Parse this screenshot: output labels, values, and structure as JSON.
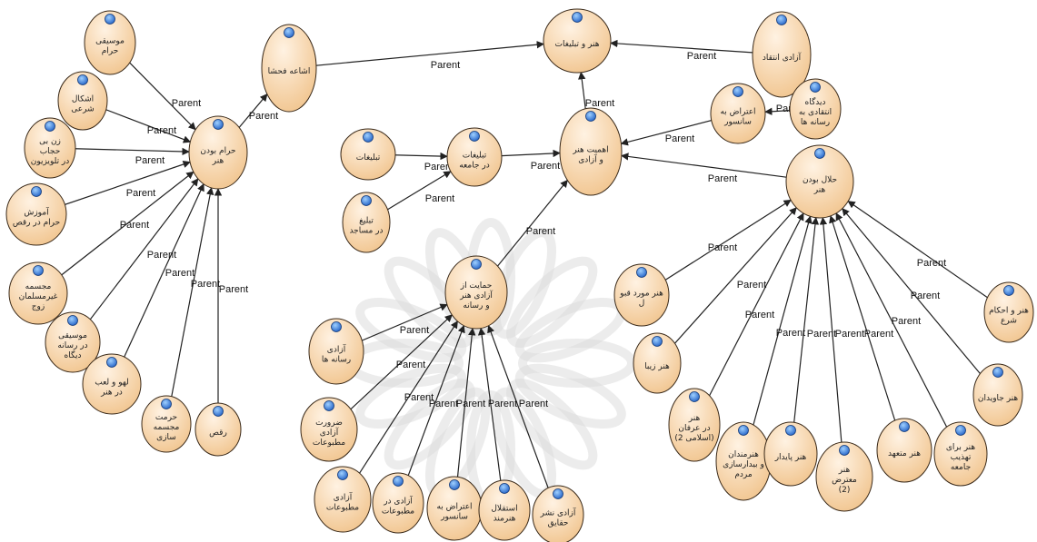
{
  "colors": {
    "node_fill_light": "#fff2e2",
    "node_fill_dark": "#f1c58f",
    "node_stroke": "#3a2a1a",
    "edge": "#222222",
    "dot_light": "#9fd0ff",
    "dot_dark": "#2261c6",
    "watermark": "#dcdcdc"
  },
  "edge_label_text": "Parent",
  "nodes": [
    {
      "id": "hunar_va_tablighat",
      "lines": [
        "هنر و تبلیغات"
      ]
    },
    {
      "id": "azadi_entegad",
      "lines": [
        "آزادی انتقاد"
      ]
    },
    {
      "id": "didgah_entegadi",
      "lines": [
        "دیدگاه",
        "انتقادی به",
        "رسانه ها"
      ]
    },
    {
      "id": "eteraz_sansur_top",
      "lines": [
        "اعتراض به",
        "سانسور"
      ]
    },
    {
      "id": "ahamiyat_hunar_azadi",
      "lines": [
        "اهمیت هنر",
        "و آزادی"
      ]
    },
    {
      "id": "esha_e_fahsha",
      "lines": [
        "اشاعه فحشا"
      ]
    },
    {
      "id": "haram_budan_hunar",
      "lines": [
        "حرام بودن",
        "هنر"
      ]
    },
    {
      "id": "musighi_haram",
      "lines": [
        "موسیقی",
        "حرام"
      ]
    },
    {
      "id": "ashkal_sharei",
      "lines": [
        "اشکال",
        "شرعی"
      ]
    },
    {
      "id": "zan_bihejab",
      "lines": [
        "زن بی",
        "حجاب",
        "در تلویزیون"
      ]
    },
    {
      "id": "amuzesh_haram_raghs",
      "lines": [
        "آموزش",
        "حرام در رقص"
      ]
    },
    {
      "id": "mojasame_ghosl",
      "lines": [
        "مجسمه",
        "غیرمسلمان",
        "زوج"
      ]
    },
    {
      "id": "musighi_dar_resaneh",
      "lines": [
        "موسیقی",
        "در رسانه",
        "دیگاه"
      ]
    },
    {
      "id": "lahv_laab",
      "lines": [
        "لهو و لعب",
        "در هنر"
      ]
    },
    {
      "id": "hormat_mojasame",
      "lines": [
        "حرمت",
        "مجسمه",
        "سازی"
      ]
    },
    {
      "id": "raghs",
      "lines": [
        "رقص"
      ]
    },
    {
      "id": "tablighat",
      "lines": [
        "تبلیغات"
      ]
    },
    {
      "id": "tablighat_dar_jameeh",
      "lines": [
        "تبلیغات",
        "در جامعه"
      ]
    },
    {
      "id": "tabliq_masajed",
      "lines": [
        "تبلیغ",
        "در مساجد"
      ]
    },
    {
      "id": "halal_budan_hunar",
      "lines": [
        "حلال بودن",
        "هنر"
      ]
    },
    {
      "id": "hemayat_azadi",
      "lines": [
        "حمایت از",
        "آزادی هنر",
        "و رسانه"
      ]
    },
    {
      "id": "azadi_resaneha",
      "lines": [
        "آزادی",
        "رسانه ها"
      ]
    },
    {
      "id": "zarurat_azadi",
      "lines": [
        "ضرورت",
        "آزادی",
        "مطبوعات"
      ]
    },
    {
      "id": "azadi_matbuat",
      "lines": [
        "آزادی",
        "مطبوعات"
      ]
    },
    {
      "id": "azadi_dar_matbuat",
      "lines": [
        "آزادی در",
        "مطبوعات"
      ]
    },
    {
      "id": "eteraz_sansur_bottom",
      "lines": [
        "اعتراض به",
        "سانسور"
      ]
    },
    {
      "id": "esteghlal_hunarmand",
      "lines": [
        "استقلال",
        "هنرمند"
      ]
    },
    {
      "id": "azadi_nashr",
      "lines": [
        "آزادی نشر",
        "حقایق"
      ]
    },
    {
      "id": "hunar_morede_gabul",
      "lines": [
        "هنر مورد قبو",
        "ل"
      ]
    },
    {
      "id": "hunar_ziba",
      "lines": [
        "هنر زیبا"
      ]
    },
    {
      "id": "hunar_dar_erfan",
      "lines": [
        "هنر",
        "در عرفان",
        "(اسلامی 2)"
      ]
    },
    {
      "id": "hunarmandan_bidarsazi",
      "lines": [
        "هنرمندان",
        "و بیدارسازی",
        "مردم"
      ]
    },
    {
      "id": "hunar_payedar",
      "lines": [
        "هنر پایدار"
      ]
    },
    {
      "id": "hunar_motaaraz",
      "lines": [
        "هنر",
        "معترض",
        "(2)"
      ]
    },
    {
      "id": "hunar_motaahed",
      "lines": [
        "هنر متعهد"
      ]
    },
    {
      "id": "hunar_tahzib",
      "lines": [
        "هنر برای",
        "تهذیب",
        "جامعه"
      ]
    },
    {
      "id": "hunar_javidan",
      "lines": [
        "هنر جاویدان"
      ]
    },
    {
      "id": "hunar_ahkam_shar",
      "lines": [
        "هنر و احکام",
        "شرع"
      ]
    }
  ],
  "edges": [
    {
      "from": "esha_e_fahsha",
      "to": "hunar_va_tablighat"
    },
    {
      "from": "azadi_entegad",
      "to": "hunar_va_tablighat"
    },
    {
      "from": "ahamiyat_hunar_azadi",
      "to": "hunar_va_tablighat"
    },
    {
      "from": "didgah_entegadi",
      "to": "eteraz_sansur_top"
    },
    {
      "from": "eteraz_sansur_top",
      "to": "ahamiyat_hunar_azadi"
    },
    {
      "from": "tablighat_dar_jameeh",
      "to": "ahamiyat_hunar_azadi"
    },
    {
      "from": "halal_budan_hunar",
      "to": "ahamiyat_hunar_azadi"
    },
    {
      "from": "hemayat_azadi",
      "to": "ahamiyat_hunar_azadi"
    },
    {
      "from": "haram_budan_hunar",
      "to": "esha_e_fahsha"
    },
    {
      "from": "tablighat",
      "to": "tablighat_dar_jameeh"
    },
    {
      "from": "tabliq_masajed",
      "to": "tablighat_dar_jameeh"
    },
    {
      "from": "musighi_haram",
      "to": "haram_budan_hunar"
    },
    {
      "from": "ashkal_sharei",
      "to": "haram_budan_hunar"
    },
    {
      "from": "zan_bihejab",
      "to": "haram_budan_hunar"
    },
    {
      "from": "amuzesh_haram_raghs",
      "to": "haram_budan_hunar"
    },
    {
      "from": "mojasame_ghosl",
      "to": "haram_budan_hunar"
    },
    {
      "from": "musighi_dar_resaneh",
      "to": "haram_budan_hunar"
    },
    {
      "from": "lahv_laab",
      "to": "haram_budan_hunar"
    },
    {
      "from": "hormat_mojasame",
      "to": "haram_budan_hunar"
    },
    {
      "from": "raghs",
      "to": "haram_budan_hunar"
    },
    {
      "from": "azadi_resaneha",
      "to": "hemayat_azadi"
    },
    {
      "from": "zarurat_azadi",
      "to": "hemayat_azadi"
    },
    {
      "from": "azadi_matbuat",
      "to": "hemayat_azadi"
    },
    {
      "from": "azadi_dar_matbuat",
      "to": "hemayat_azadi"
    },
    {
      "from": "eteraz_sansur_bottom",
      "to": "hemayat_azadi"
    },
    {
      "from": "esteghlal_hunarmand",
      "to": "hemayat_azadi"
    },
    {
      "from": "azadi_nashr",
      "to": "hemayat_azadi"
    },
    {
      "from": "hunar_morede_gabul",
      "to": "halal_budan_hunar"
    },
    {
      "from": "hunar_ziba",
      "to": "halal_budan_hunar"
    },
    {
      "from": "hunar_dar_erfan",
      "to": "halal_budan_hunar"
    },
    {
      "from": "hunarmandan_bidarsazi",
      "to": "halal_budan_hunar"
    },
    {
      "from": "hunar_payedar",
      "to": "halal_budan_hunar"
    },
    {
      "from": "hunar_motaaraz",
      "to": "halal_budan_hunar"
    },
    {
      "from": "hunar_motaahed",
      "to": "halal_budan_hunar"
    },
    {
      "from": "hunar_tahzib",
      "to": "halal_budan_hunar"
    },
    {
      "from": "hunar_javidan",
      "to": "halal_budan_hunar"
    },
    {
      "from": "hunar_ahkam_shar",
      "to": "halal_budan_hunar"
    }
  ]
}
